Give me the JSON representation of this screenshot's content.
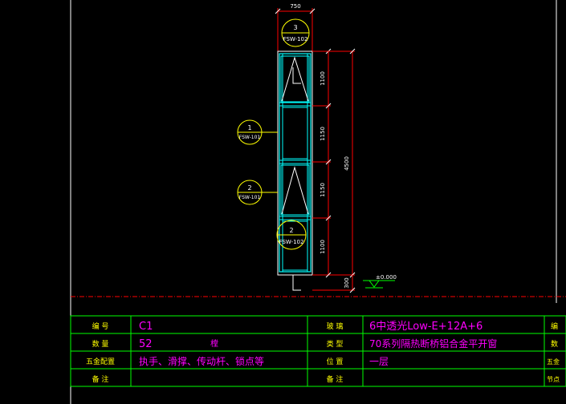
{
  "drawing": {
    "overall_width": "750",
    "overall_height": "4500",
    "segment_heights": [
      "1100",
      "1150",
      "1150",
      "1100"
    ],
    "bottom_offset": "300",
    "elevation_mark": "±0.000",
    "callouts": [
      {
        "number": "3",
        "code": "FSW-102"
      },
      {
        "number": "1",
        "code": "FSW-101"
      },
      {
        "number": "2",
        "code": "FSW-101"
      },
      {
        "number": "2",
        "code": "FSW-102"
      }
    ]
  },
  "table": {
    "rows": [
      {
        "label1": "编 号",
        "value1": "C1",
        "label2": "玻 璃",
        "value2": "6中透光Low-E+12A+6",
        "right": "编"
      },
      {
        "label1": "数 量",
        "value1": "52",
        "unit1": "樘",
        "label2": "类 型",
        "value2": "70系列隔热断桥铝合金平开窗",
        "right": "数"
      },
      {
        "label1": "五金配置",
        "value1": "执手、滑撑、传动杆、锁点等",
        "label2": "位 置",
        "value2": "一层",
        "right": "五金"
      },
      {
        "label1": "备 注",
        "value1": "",
        "label2": "备 注",
        "value2": "",
        "right": "节点"
      }
    ]
  },
  "colors": {
    "frame": "#00ffff",
    "dimension": "#ff0000",
    "callout": "#ffff00",
    "table_grid": "#00ff00",
    "table_label": "#ffff00",
    "table_value": "#ff00ff",
    "white": "#ffffff",
    "background": "#000000"
  }
}
